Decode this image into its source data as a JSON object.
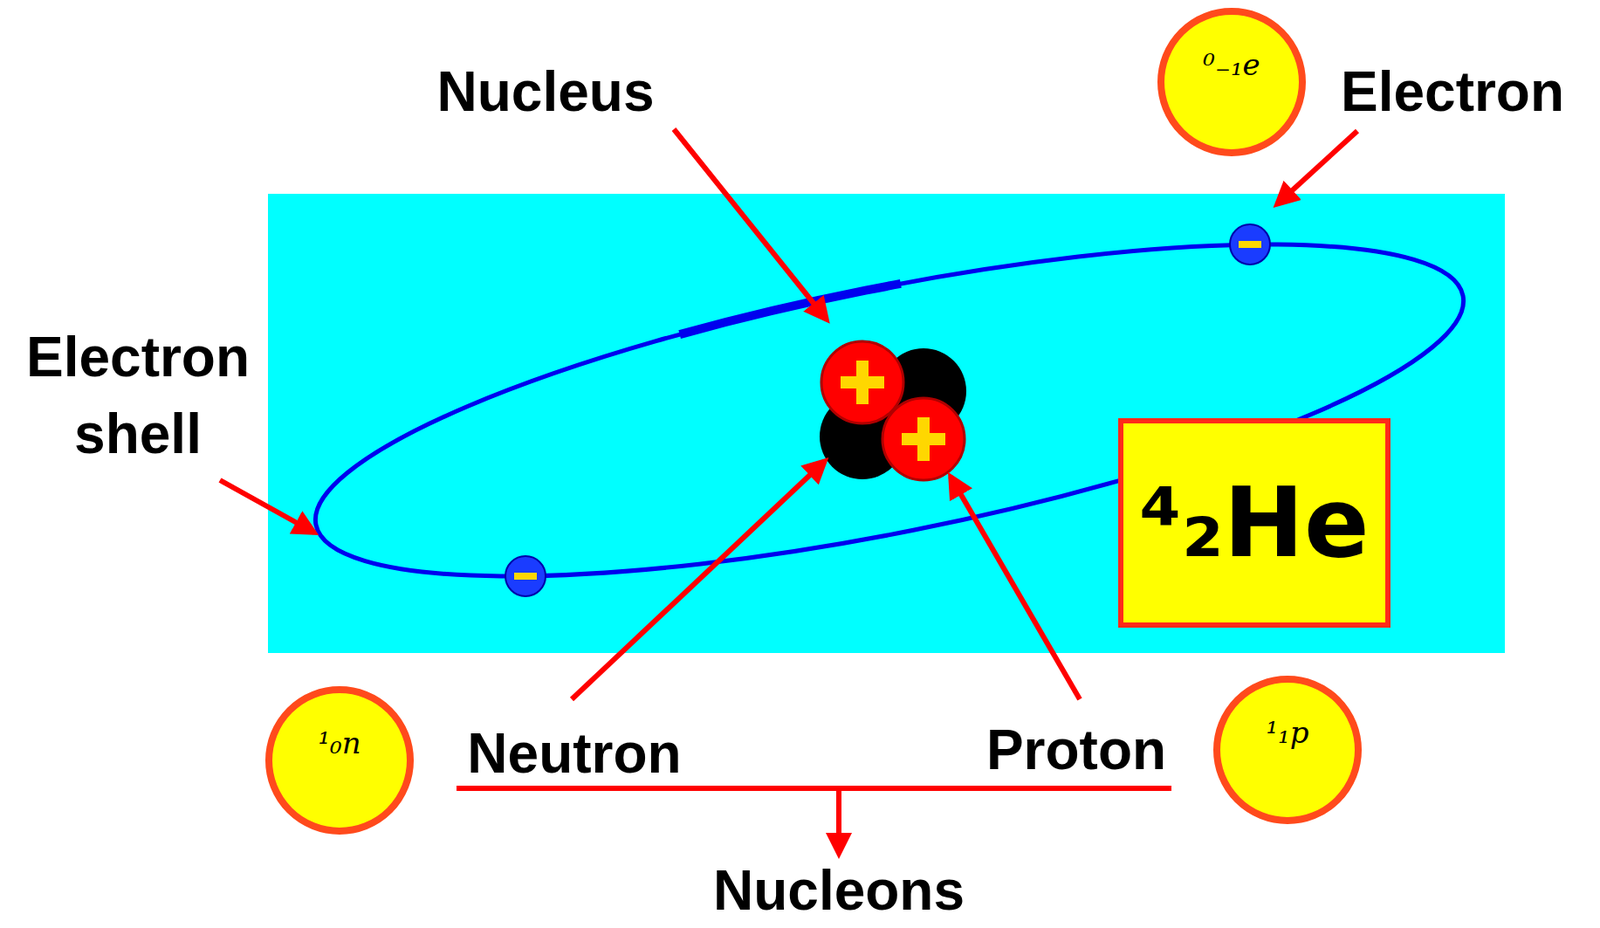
{
  "diagram": {
    "nodes": [
      {
        "text": [
          "⁰₋₁e"
        ]
      },
      {
        "text": [
          "⁴₂He"
        ]
      },
      {
        "text": [
          "¹₀n"
        ]
      },
      {
        "text": [
          "¹₁p"
        ]
      }
    ],
    "labels": [
      "Nucleus",
      "Electron",
      "Electron shell",
      "Neutron",
      "Proton",
      "Nucleons"
    ]
  }
}
